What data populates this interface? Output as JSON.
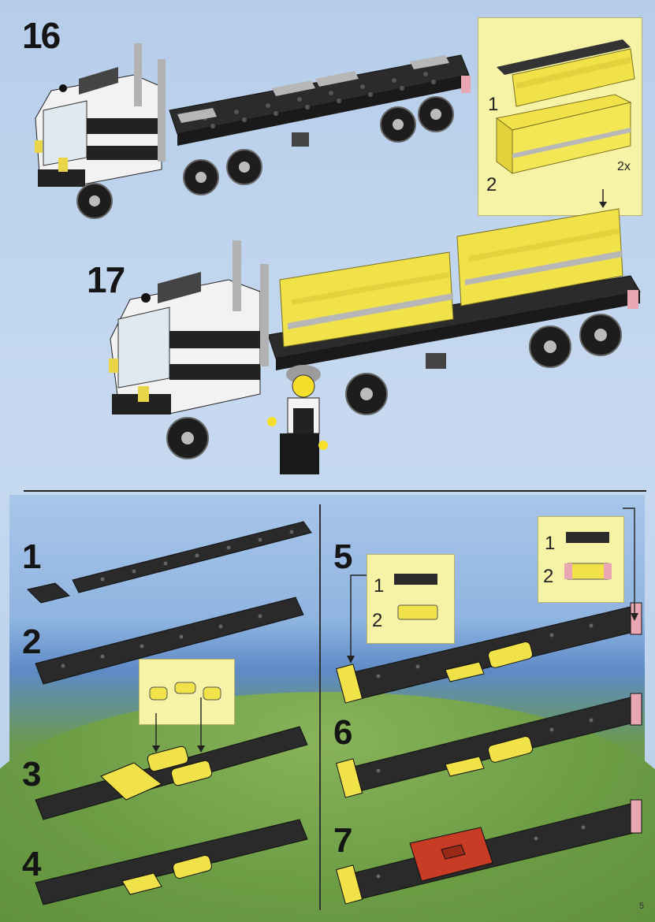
{
  "steps": {
    "s16": "16",
    "s17": "17",
    "s1": "1",
    "s2": "2",
    "s3": "3",
    "s4": "4",
    "s5": "5",
    "s6": "6",
    "s7": "7"
  },
  "callouts": {
    "top": {
      "line1": "1",
      "line2": "2",
      "multiplier": "2x"
    },
    "step5": {
      "line1": "1",
      "line2": "2"
    },
    "step5_right": {
      "line1": "1",
      "line2": "2"
    }
  },
  "page_number": "5",
  "colors": {
    "brick_black": "#2a2a2a",
    "brick_yellow": "#f2e24a",
    "brick_red": "#c83b25",
    "brick_white": "#f4f4f4",
    "callout_bg": "#f7f3a6"
  }
}
